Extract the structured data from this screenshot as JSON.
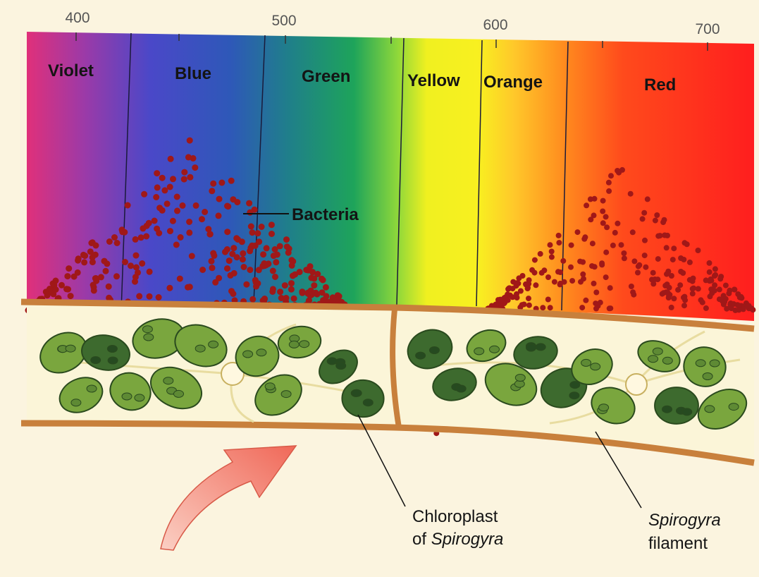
{
  "tick_labels": [
    "400",
    "500",
    "600",
    "700"
  ],
  "bands": [
    {
      "label": "Violet",
      "color": "#cc2a8a"
    },
    {
      "label": "Blue",
      "color": "#3a4ec0"
    },
    {
      "label": "Green",
      "color": "#1f9a5a"
    },
    {
      "label": "Yellow",
      "color": "#f4f20c"
    },
    {
      "label": "Orange",
      "color": "#ff9a1e"
    },
    {
      "label": "Red",
      "color": "#ff2a1e"
    }
  ],
  "callouts": {
    "bacteria": "Bacteria",
    "chloroplast_line1": "Chloroplast",
    "chloroplast_line2_prefix": "of ",
    "chloroplast_line2_italic": "Spirogyra",
    "filament_line1_italic": "Spirogyra",
    "filament_line2": "filament"
  },
  "colors": {
    "bacteria": "#a01818",
    "chloroplast_light": "#7aa63e",
    "chloroplast_dark": "#3d6a2e",
    "cell_wall": "#c8803c",
    "cell_interior": "#fbf5d8",
    "arrow": "#f07060"
  }
}
